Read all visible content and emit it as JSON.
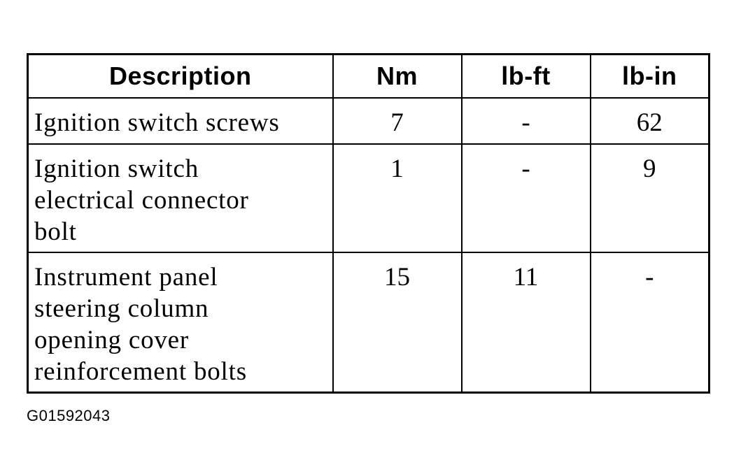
{
  "table": {
    "headers": {
      "description": "Description",
      "nm": "Nm",
      "lbft": "lb-ft",
      "lbin": "lb-in"
    },
    "rows": [
      {
        "description": "Ignition switch screws",
        "nm": "7",
        "lbft": "-",
        "lbin": "62"
      },
      {
        "description": "Ignition switch electrical connector bolt",
        "nm": "1",
        "lbft": "-",
        "lbin": "9"
      },
      {
        "description": "Instrument panel steering column opening cover reinforcement bolts",
        "nm": "15",
        "lbft": "11",
        "lbin": "-"
      }
    ]
  },
  "figure_code": "G01592043"
}
